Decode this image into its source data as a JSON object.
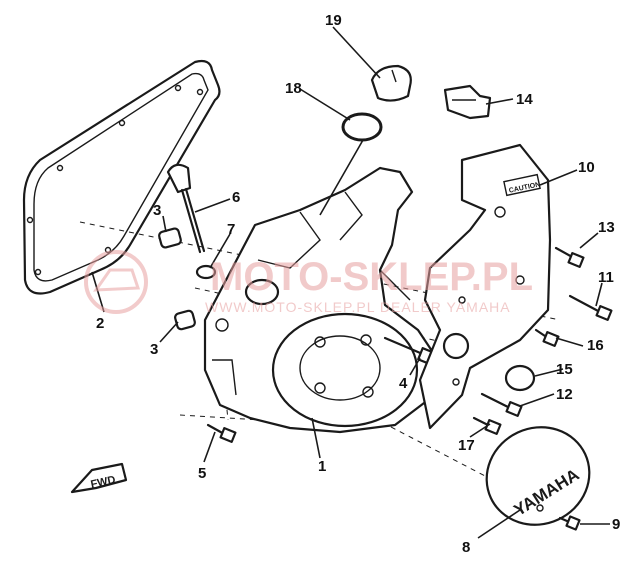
{
  "diagram": {
    "callouts": {
      "n1": "1",
      "n2": "2",
      "n3a": "3",
      "n3b": "3",
      "n4": "4",
      "n5": "5",
      "n6": "6",
      "n7": "7",
      "n8": "8",
      "n9": "9",
      "n10": "10",
      "n11": "11",
      "n12": "12",
      "n13": "13",
      "n14": "14",
      "n15": "15",
      "n16": "16",
      "n17": "17",
      "n18": "18",
      "n19": "19"
    },
    "cover_brand": "YAMAHA",
    "guard_label": "CAUTION",
    "direction_label": "FWD"
  },
  "watermark": {
    "main": "MOTO-SKLEP.PL",
    "sub": "WWW.MOTO-SKLEP.PL DEALER YAMAHA"
  }
}
